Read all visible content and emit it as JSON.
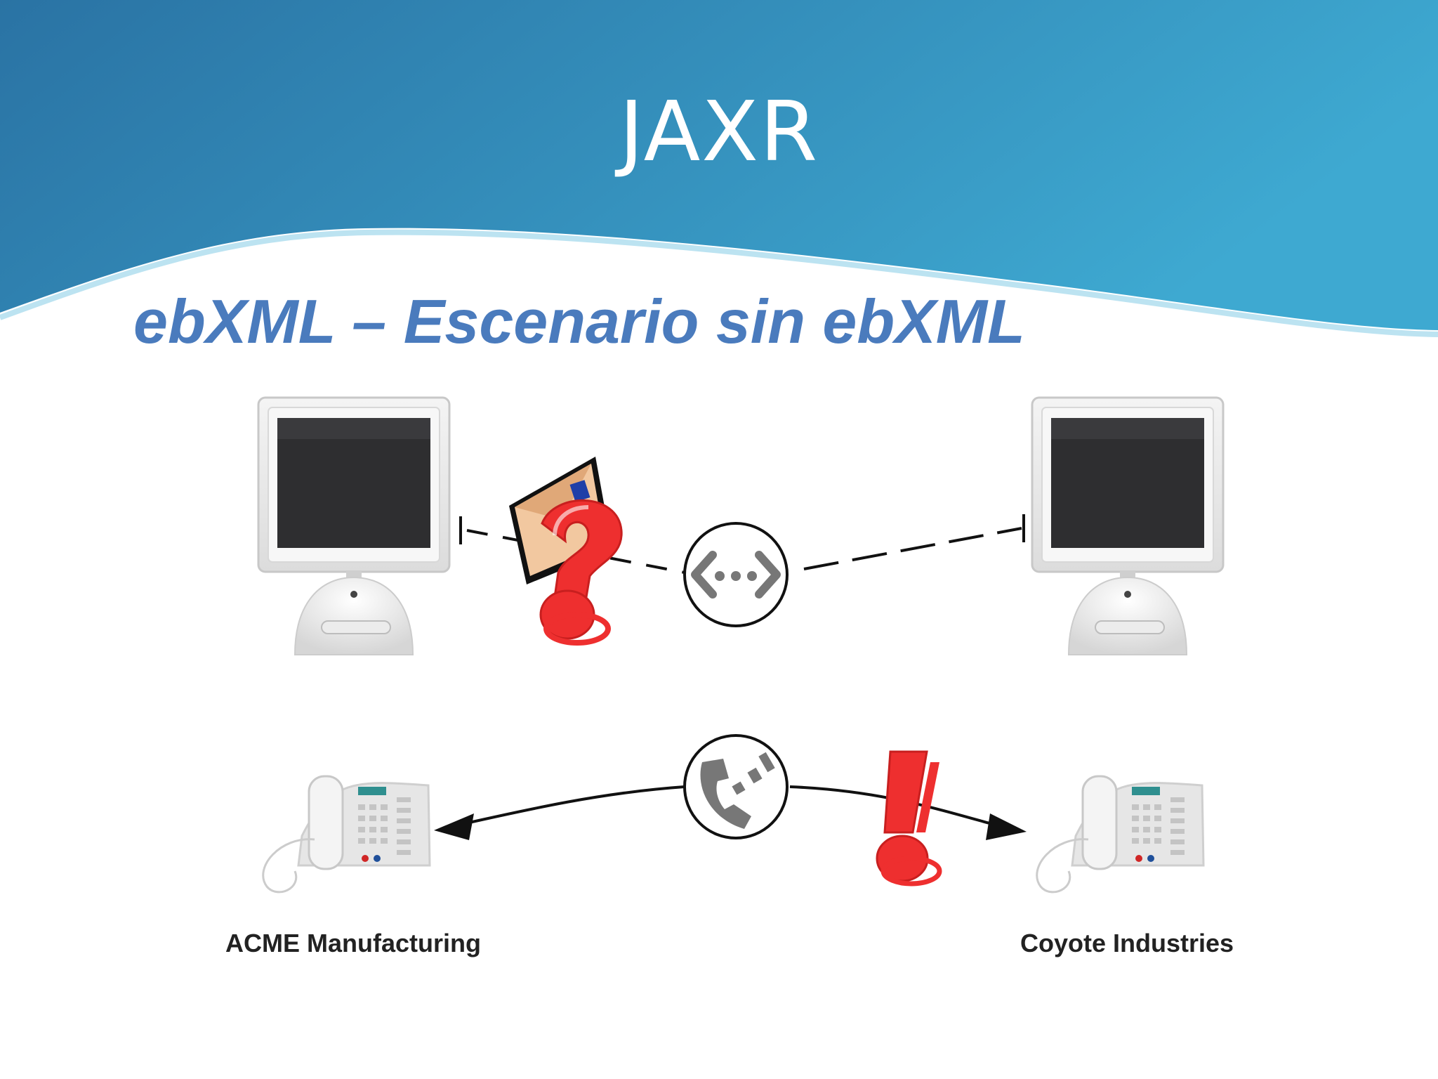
{
  "slide": {
    "title": "JAXR",
    "subtitle": "ebXML – Escenario sin ebXML"
  },
  "diagram": {
    "left_party": {
      "label": "ACME Manufacturing",
      "icons": [
        "computer-icon",
        "telephone-icon"
      ]
    },
    "right_party": {
      "label": "Coyote Industries",
      "icons": [
        "computer-icon",
        "telephone-icon"
      ]
    },
    "network_hub_icon": "network-hub-icon",
    "phone_hub_icon": "phone-call-icon",
    "confusion_icon": "question-mark-envelope-icon",
    "alert_icon": "exclamation-mark-icon"
  },
  "colors": {
    "header_blue_dark": "#2a73a4",
    "header_blue_light": "#3ea7cf",
    "subtitle_blue": "#4a7bbd",
    "alert_red": "#ee2f2f",
    "screen": "#2e2e30"
  }
}
